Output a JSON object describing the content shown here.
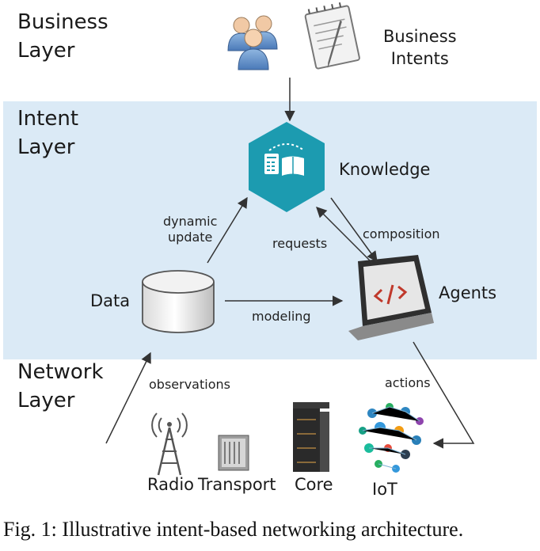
{
  "layers": {
    "business": [
      "Business",
      "Layer"
    ],
    "intent": [
      "Intent",
      "Layer"
    ],
    "network": [
      "Network",
      "Layer"
    ]
  },
  "nodes": {
    "business_intents": [
      "Business",
      "Intents"
    ],
    "knowledge": "Knowledge",
    "data": "Data",
    "agents": "Agents"
  },
  "edges": {
    "dynamic_update": [
      "dynamic",
      "update"
    ],
    "requests": "requests",
    "composition": "composition",
    "modeling": "modeling",
    "observations": "observations",
    "actions": "actions"
  },
  "network_elements": [
    "Radio",
    "Transport",
    "Core",
    "IoT"
  ],
  "caption": "Fig. 1: Illustrative intent-based networking architecture.",
  "colors": {
    "intent_band": "#dbeaf6",
    "knowledge_hex": "#1c9bb0",
    "agent_screen_code": "#c0392b"
  }
}
